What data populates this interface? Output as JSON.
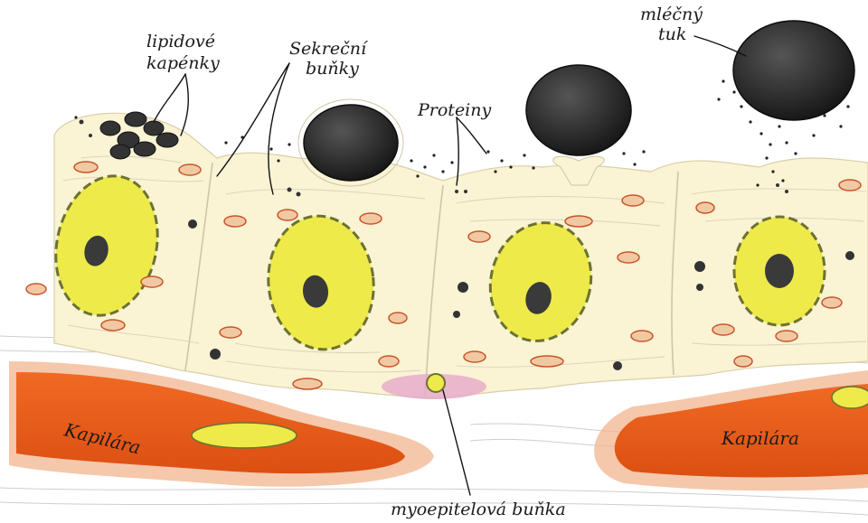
{
  "labels": {
    "lipid_line1": "lipidové",
    "lipid_line2": "kapénky",
    "secretory_line1": "Sekreční",
    "secretory_line2": "buňky",
    "proteins": "Proteiny",
    "milk_fat_line1": "mléčný",
    "milk_fat_line2": "tuk",
    "capillary_left": "Kapilára",
    "capillary_right": "Kapilára",
    "myoepithelial": "myoepitelová buňka"
  },
  "colors": {
    "cytoplasm": "#faf3d4",
    "nucleus": "#eeea4a",
    "nucleus_border": "#6c7232",
    "mitochondria": "#c8552a",
    "fat": "#2a2a2a",
    "capillary": "#e8581c",
    "capillary_halo": "#f2b48f",
    "membrane": "#c9c3a8",
    "myoepithelial": "#e6a8c9"
  },
  "icons": {
    "fat_globule": "dark-sphere",
    "mitochondrion": "zigzag-oval",
    "nucleus": "yellow-oval-with-nucleolus"
  }
}
